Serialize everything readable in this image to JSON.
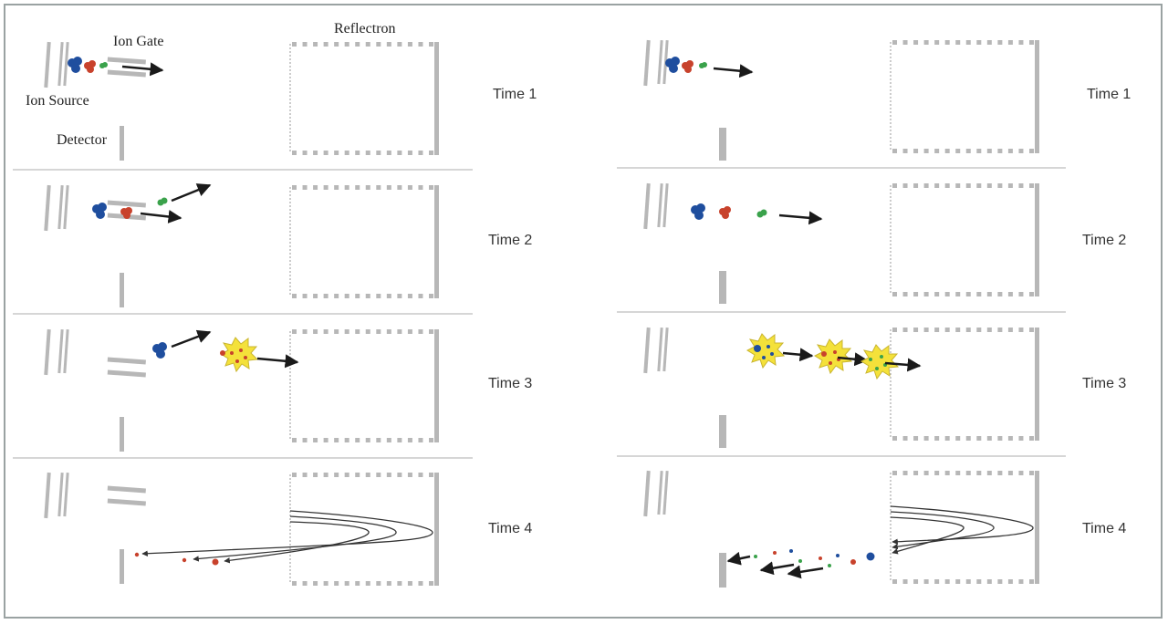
{
  "labels": {
    "ion_gate": "Ion Gate",
    "ion_source": "Ion Source",
    "detector": "Detector",
    "reflectron": "Reflectron"
  },
  "left_panels": [
    {
      "time": "Time 1"
    },
    {
      "time": "Time 2"
    },
    {
      "time": "Time 3"
    },
    {
      "time": "Time 4"
    }
  ],
  "right_panels": [
    {
      "time": "Time 1"
    },
    {
      "time": "Time 2"
    },
    {
      "time": "Time 3"
    },
    {
      "time": "Time 4"
    }
  ],
  "colors": {
    "ion_blue": "#1f4e9e",
    "ion_red": "#c8422c",
    "ion_green": "#3aa24b",
    "fragment_fill": "#f4e13a",
    "electrode": "#b7b7b7",
    "divider": "#c8c8c8",
    "arrow": "#1a1a1a"
  }
}
